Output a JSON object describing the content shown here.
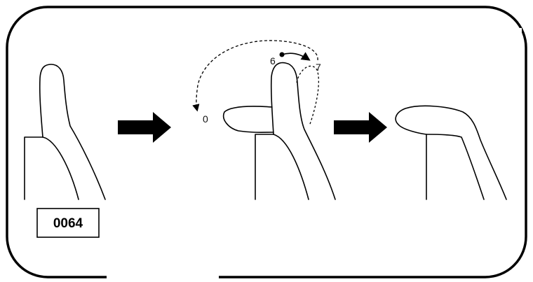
{
  "figure": {
    "code_label": "0064",
    "positions": {
      "start": "0",
      "middle": "6",
      "end": "7"
    }
  },
  "colors": {
    "stroke": "#000000",
    "background": "#ffffff"
  }
}
